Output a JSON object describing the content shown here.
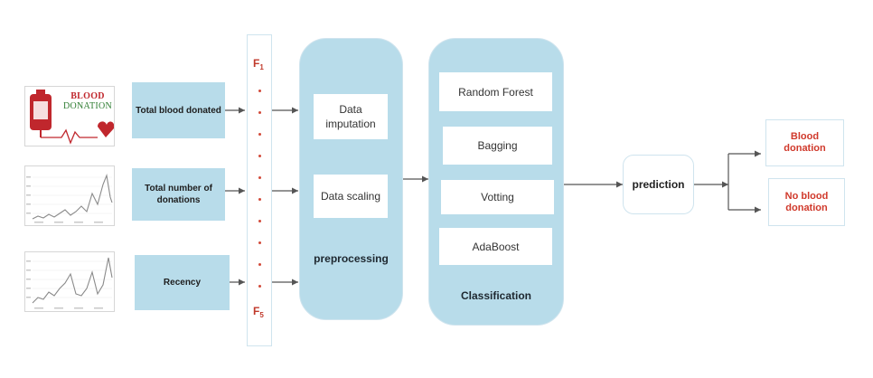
{
  "thumbnails": {
    "blood_logo": {
      "line1": "BLOOD",
      "line2": "DONATION"
    }
  },
  "features": {
    "total_blood_donated": "Total blood donated",
    "total_number_of_donations": "Total number of donations",
    "recency": "Recency"
  },
  "feature_column": {
    "first": {
      "letter": "F",
      "index": "1"
    },
    "last": {
      "letter": "F",
      "index": "5"
    }
  },
  "preprocessing": {
    "steps": [
      "Data imputation",
      "Data scaling"
    ],
    "label": "preprocessing"
  },
  "classification": {
    "models": [
      "Random Forest",
      "Bagging",
      "Votting",
      "AdaBoost"
    ],
    "label": "Classification"
  },
  "prediction": {
    "label": "prediction"
  },
  "outputs": [
    "Blood donation",
    "No blood donation"
  ],
  "colors": {
    "panel_fill": "#b8dcea",
    "output_text": "#d0392b",
    "feature_label": "#c0392b"
  }
}
